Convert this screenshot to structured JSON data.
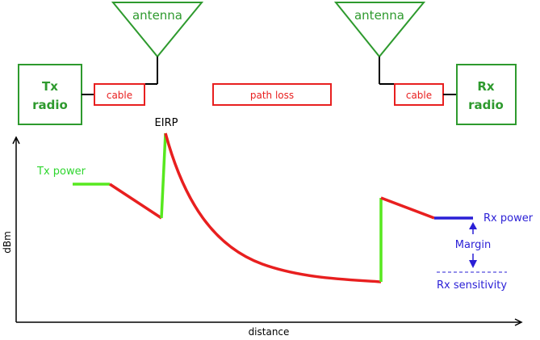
{
  "colors": {
    "green": "#2e9a2e",
    "bright_green": "#57e81f",
    "red": "#e81f1f",
    "blue": "#2a1fd6",
    "black": "#000000"
  },
  "tx": {
    "radio_line1": "Tx",
    "radio_line2": "radio",
    "cable": "cable",
    "antenna": "antenna"
  },
  "path_loss": "path loss",
  "rx": {
    "radio_line1": "Rx",
    "radio_line2": "radio",
    "cable": "cable",
    "antenna": "antenna"
  },
  "plot": {
    "eirp": "EIRP",
    "tx_power": "Tx power",
    "rx_power": "Rx power",
    "margin": "Margin",
    "rx_sensitivity": "Rx sensitivity",
    "xlabel": "distance",
    "ylabel": "dBm"
  }
}
